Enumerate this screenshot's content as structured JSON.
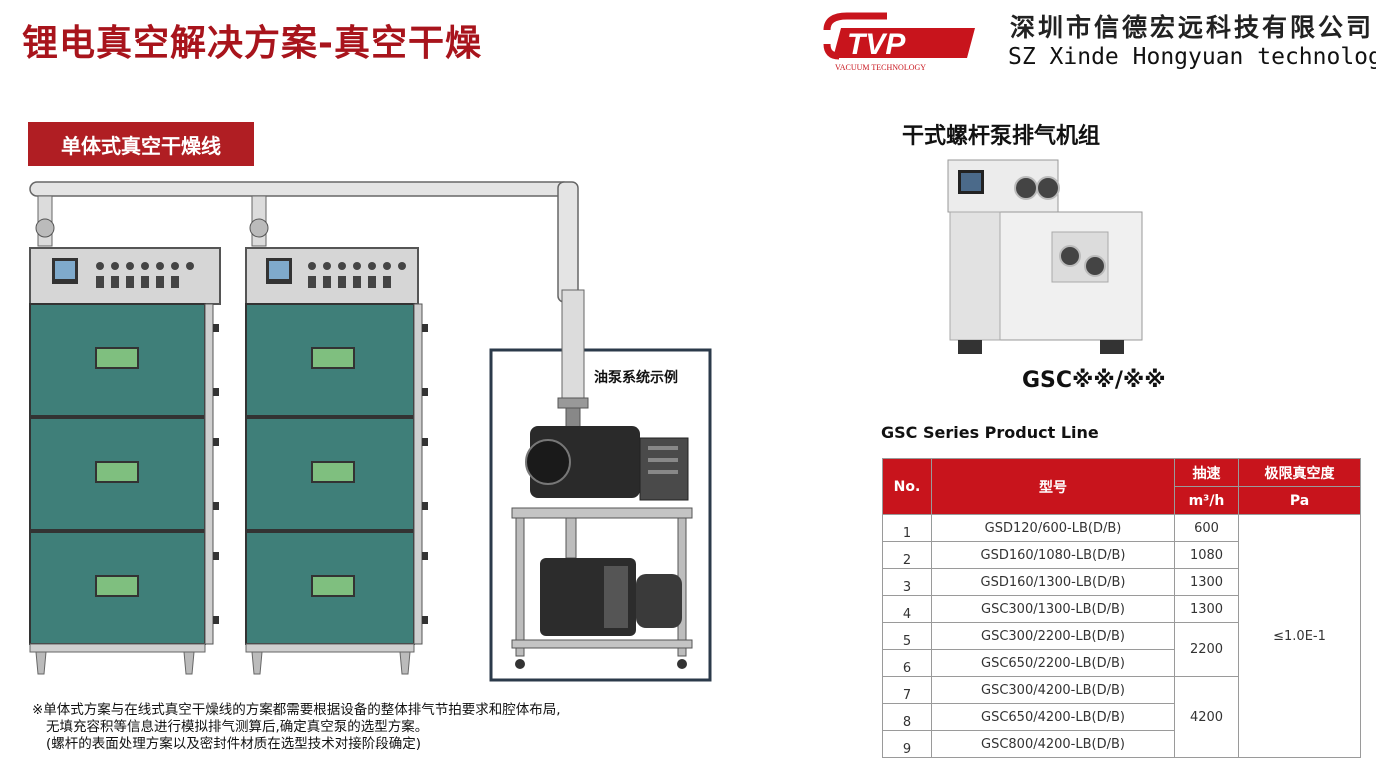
{
  "title": "锂电真空解决方案-真空干燥",
  "company": {
    "logo_text": "TVP",
    "logo_subtext": "VACUUM TECHNOLOGY",
    "name_cn": "深圳市信德宏远科技有限公司",
    "name_en": "SZ Xinde Hongyuan technology"
  },
  "section_badge": "单体式真空干燥线",
  "oil_pump_label": "油泵系统示例",
  "note_lines": [
    "※单体式方案与在线式真空干燥线的方案都需要根据设备的整体排气节拍要求和腔体布局,",
    "无填充容积等信息进行模拟排气测算后,确定真空泵的选型方案。",
    "(螺杆的表面处理方案以及密封件材质在选型技术对接阶段确定)"
  ],
  "pump": {
    "title": "干式螺杆泵排气机组",
    "model": "GSC※※/※※"
  },
  "series_title": "GSC Series Product Line",
  "table": {
    "headers": {
      "no": "No.",
      "model": "型号",
      "speed_line1": "抽速",
      "speed_line2": "m³/h",
      "vacuum_line1": "极限真空度",
      "vacuum_line2": "Pa"
    },
    "rows": [
      {
        "no": "1",
        "model": "GSD120/600-LB(D/B)"
      },
      {
        "no": "2",
        "model": "GSD160/1080-LB(D/B)"
      },
      {
        "no": "3",
        "model": "GSD160/1300-LB(D/B)"
      },
      {
        "no": "4",
        "model": "GSC300/1300-LB(D/B)"
      },
      {
        "no": "5",
        "model": "GSC300/2200-LB(D/B)"
      },
      {
        "no": "6",
        "model": "GSC650/2200-LB(D/B)"
      },
      {
        "no": "7",
        "model": "GSC300/4200-LB(D/B)"
      },
      {
        "no": "8",
        "model": "GSC650/4200-LB(D/B)"
      },
      {
        "no": "9",
        "model": "GSC800/4200-LB(D/B)"
      }
    ],
    "speeds": [
      "600",
      "1080",
      "1300",
      "1300",
      "2200",
      "4200"
    ],
    "ultimate_vacuum": "≤1.0E-1"
  },
  "colors": {
    "brand_red": "#c8141c",
    "title_red": "#a8141c",
    "chamber_teal": "#3f7f79",
    "window_green": "#7fbf7f"
  }
}
